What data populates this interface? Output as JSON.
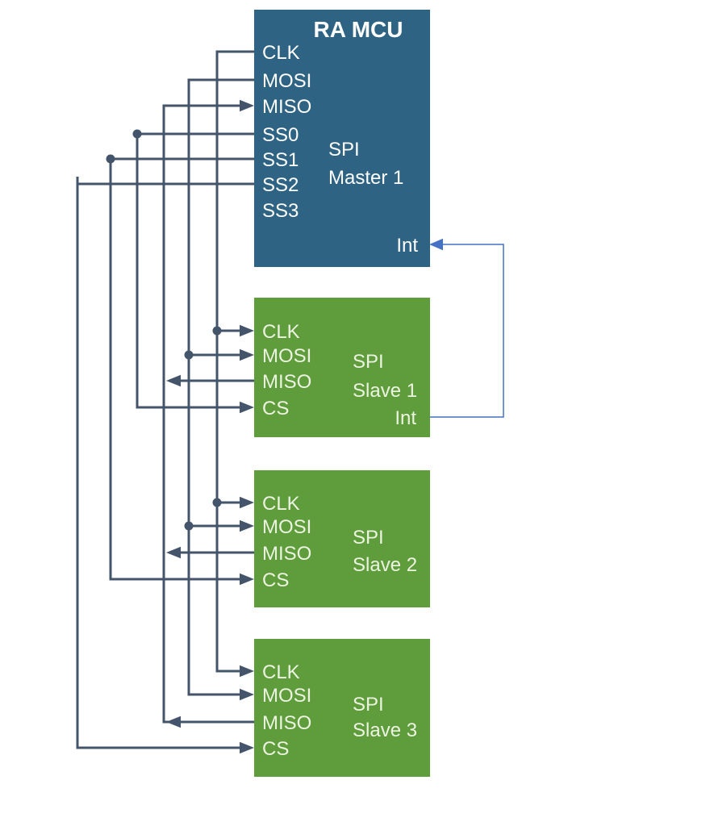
{
  "colors": {
    "background": "#FFFFFF",
    "master_fill": "#2E6383",
    "slave_fill": "#5F9C3C",
    "wire": "#44546A",
    "int_wire": "#4472C4",
    "master_text": "#FFFFFF",
    "slave_text": "#ECF4E1"
  },
  "master": {
    "title": "RA MCU",
    "label_line1": "SPI",
    "label_line2": "Master 1",
    "pins": [
      "CLK",
      "MOSI",
      "MISO",
      "SS0",
      "SS1",
      "SS2",
      "SS3"
    ],
    "int_label": "Int"
  },
  "slaves": [
    {
      "label_line1": "SPI",
      "label_line2": "Slave 1",
      "pins": [
        "CLK",
        "MOSI",
        "MISO",
        "CS"
      ],
      "int_label": "Int"
    },
    {
      "label_line1": "SPI",
      "label_line2": "Slave 2",
      "pins": [
        "CLK",
        "MOSI",
        "MISO",
        "CS"
      ]
    },
    {
      "label_line1": "SPI",
      "label_line2": "Slave 3",
      "pins": [
        "CLK",
        "MOSI",
        "MISO",
        "CS"
      ]
    }
  ],
  "nets": [
    {
      "name": "CLK",
      "from": "master.CLK",
      "to": [
        "slave1.CLK",
        "slave2.CLK",
        "slave3.CLK"
      ],
      "direction": "master-to-slaves"
    },
    {
      "name": "MOSI",
      "from": "master.MOSI",
      "to": [
        "slave1.MOSI",
        "slave2.MOSI",
        "slave3.MOSI"
      ],
      "direction": "master-to-slaves"
    },
    {
      "name": "MISO",
      "from": "slaves",
      "to": [
        "master.MISO"
      ],
      "direction": "slaves-to-master"
    },
    {
      "name": "SS0",
      "from": "master.SS0",
      "to": [
        "slave1.CS"
      ],
      "direction": "master-to-slave"
    },
    {
      "name": "SS1",
      "from": "master.SS1",
      "to": [
        "slave2.CS"
      ],
      "direction": "master-to-slave"
    },
    {
      "name": "SS2",
      "from": "master.SS2",
      "to": [
        "slave3.CS"
      ],
      "direction": "master-to-slave"
    },
    {
      "name": "SS3",
      "from": "master.SS3",
      "to": [],
      "direction": "unconnected"
    },
    {
      "name": "Int",
      "from": "slave1.Int",
      "to": [
        "master.Int"
      ],
      "direction": "slave-to-master"
    }
  ]
}
